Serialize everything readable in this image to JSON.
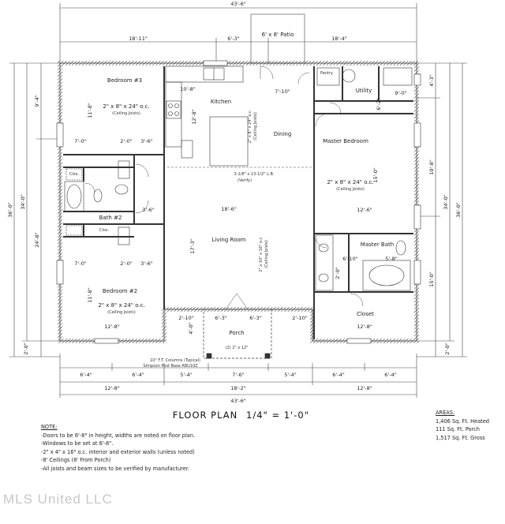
{
  "title": "FLOOR PLAN",
  "scale": "1/4\" = 1'-0\"",
  "overall_dims": {
    "top_total": "43'-6\"",
    "top_left": "18'-11\"",
    "top_mid": "6'-3\"",
    "top_right": "18'-4\"",
    "bottom_total": "43'-6\"",
    "bottom_row1": [
      "6'-4\"",
      "6'-4\"",
      "5'-4\"",
      "7'-6\"",
      "5'-4\"",
      "6'-4\"",
      "6'-4\""
    ],
    "bottom_row2": [
      "12'-8\"",
      "18'-2\"",
      "12'-8\""
    ],
    "left_outer": "36'-0\"",
    "left_mid": "34'-0\"",
    "left_upper": "9'-4\"",
    "left_lower": "24'-8\"",
    "left_bottom": "2'-0\"",
    "right_outer": "36'-0\"",
    "right_mid": "34'-0\"",
    "right_upper": "4'-3\"",
    "right_b": "10'-8\"",
    "right_c": "15'-0\"",
    "right_bottom": "2'-0\""
  },
  "rooms": {
    "bedroom3": {
      "name": "Bedroom #3",
      "size": "11'-8\"",
      "joists": "2\" x 8\" x 24\" o.c.",
      "joists_note": "(Ceiling Joists)"
    },
    "bedroom2": {
      "name": "Bedroom #2",
      "size": "11'-8\"",
      "width": "12'-8\"",
      "joists": "2\" x 8\" x 24\" o.c.",
      "joists_note": "(Ceiling Joists)"
    },
    "kitchen": {
      "name": "Kitchen",
      "width": "10'-8\"",
      "depth": "12'-8\""
    },
    "dining": {
      "name": "Dining",
      "width": "7'-10\"",
      "joists": "2\" x 8\" x 24\" o.c.",
      "joists_note": "(Ceiling Joists)"
    },
    "living": {
      "name": "Living Room",
      "width": "18'-6\"",
      "depth": "17'-3\"",
      "joists": "2\" x 10\" x 16\" o.c.",
      "joists_note": "(Ceiling Joists)"
    },
    "master_bedroom": {
      "name": "Master Bedroom",
      "width": "12'-6\"",
      "depth": "15'-0\"",
      "joists": "2\" x 8\" x 24\" o.c.",
      "joists_note": "(Ceiling Joists)"
    },
    "master_bath": {
      "name": "Master Bath",
      "a": "6'-10\"",
      "b": "5'-8\""
    },
    "closet": {
      "name": "Closet",
      "width": "12'-8\""
    },
    "bath2": {
      "name": "Bath #2",
      "a": "3'-6\""
    },
    "closet_small_top": "Clos.",
    "closet_small_bot": "Clos.",
    "utility": {
      "name": "Utility",
      "a": "9'-0\"",
      "b": "6'-2\""
    },
    "pantry": "Pantry",
    "porch": {
      "name": "Porch",
      "beam": "(2) 2\" x 12\"",
      "a": "6'-3\"",
      "b": "6'-3\""
    },
    "patio": "6' x 8' Patio",
    "beam_note": "3-1/8\" x 13-1/2\" L.B.",
    "beam_verify": "(Verify)",
    "post_note": "10\" F.T. Columns (Typical)",
    "post_base": "Simpson Post Base ABU10Z",
    "misc_dims": [
      "7'-0\"",
      "2'-0\"",
      "3'-6\"",
      "3'-6\"",
      "2'-0\"",
      "7'-0\"",
      "2'-10\"",
      "2'-10\"",
      "4'-0\"",
      "2'-0\"",
      "12'-6\""
    ]
  },
  "notes": {
    "header": "NOTE:",
    "lines": [
      "-Doors to be 6'-8\" in height, widths are noted on floor plan.",
      "-Windows to be set at 6'-8\".",
      "-2\" x 4\" x 16\" o.c. interior and exterior walls (unless noted)",
      "-8' Ceilings (8' From Porch)",
      "-All joists and beam sizes to be verified by manufacturer."
    ]
  },
  "areas": {
    "header": "AREAS:",
    "lines": [
      "1,406 Sq. Ft. Heated",
      "111 Sq. Ft. Porch",
      "1,517 Sq. Ft. Gross"
    ]
  },
  "watermark": "MLS United LLC"
}
